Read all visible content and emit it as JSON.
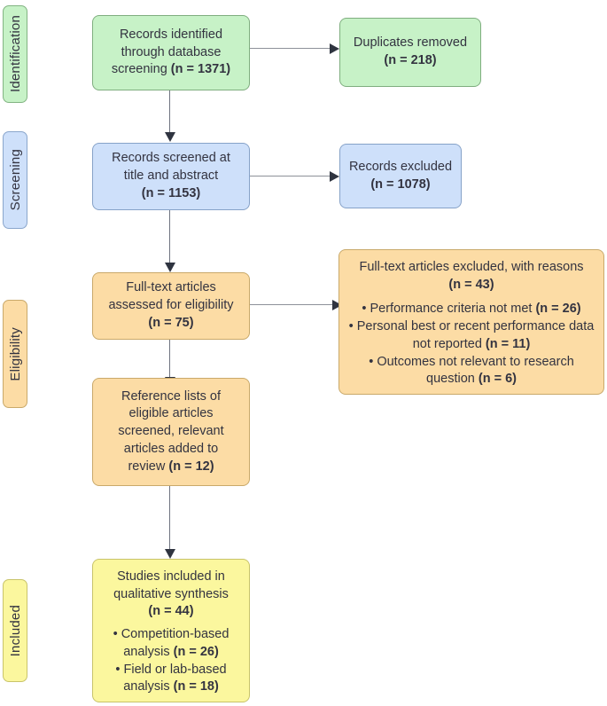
{
  "diagram": {
    "type": "prisma-flow-diagram",
    "colors": {
      "identification_fill": "#c7f2c7",
      "screening_fill": "#cee0fa",
      "eligibility_fill": "#fcdca5",
      "included_fill": "#fbf79e",
      "border": "#9a9a9a",
      "connector": "#8d9199",
      "arrowhead": "#2f3440",
      "text": "#333340"
    },
    "stages": [
      {
        "id": "identification",
        "label": "Identification"
      },
      {
        "id": "screening",
        "label": "Screening"
      },
      {
        "id": "eligibility",
        "label": "Eligibility"
      },
      {
        "id": "included",
        "label": "Included"
      }
    ],
    "nodes": {
      "records_identified": {
        "line1": "Records identified",
        "line2": "through database",
        "line3": "screening ",
        "count": "(n = 1371)"
      },
      "duplicates_removed": {
        "line1": "Duplicates removed",
        "count": "(n = 218)"
      },
      "records_screened": {
        "line1": "Records screened at",
        "line2": "title and abstract",
        "count": "(n = 1153)"
      },
      "records_excluded": {
        "line1": "Records excluded",
        "count": "(n = 1078)"
      },
      "fulltext_assessed": {
        "line1": "Full-text articles",
        "line2": "assessed for eligibility",
        "count": "(n = 75)"
      },
      "fulltext_excluded": {
        "line1": "Full-text articles excluded, with reasons",
        "count": "(n = 43)",
        "reasons": [
          {
            "text": "• Performance criteria not met ",
            "count": "(n = 26)"
          },
          {
            "text": "• Personal best or recent performance data not reported ",
            "count": "(n = 11)"
          },
          {
            "text": "• Outcomes not relevant to research question ",
            "count": "(n = 6)"
          }
        ]
      },
      "reference_lists": {
        "line1": "Reference lists of",
        "line2": "eligible articles",
        "line3": "screened, relevant",
        "line4": "articles added to",
        "line5": "review ",
        "count": "(n = 12)"
      },
      "studies_included": {
        "line1": "Studies included in",
        "line2": "qualitative synthesis",
        "count": "(n = 44)",
        "breakdown": [
          {
            "text": "• Competition-based analysis ",
            "count": "(n = 26)"
          },
          {
            "text": "• Field or lab-based analysis ",
            "count": "(n = 18)"
          }
        ]
      }
    }
  }
}
